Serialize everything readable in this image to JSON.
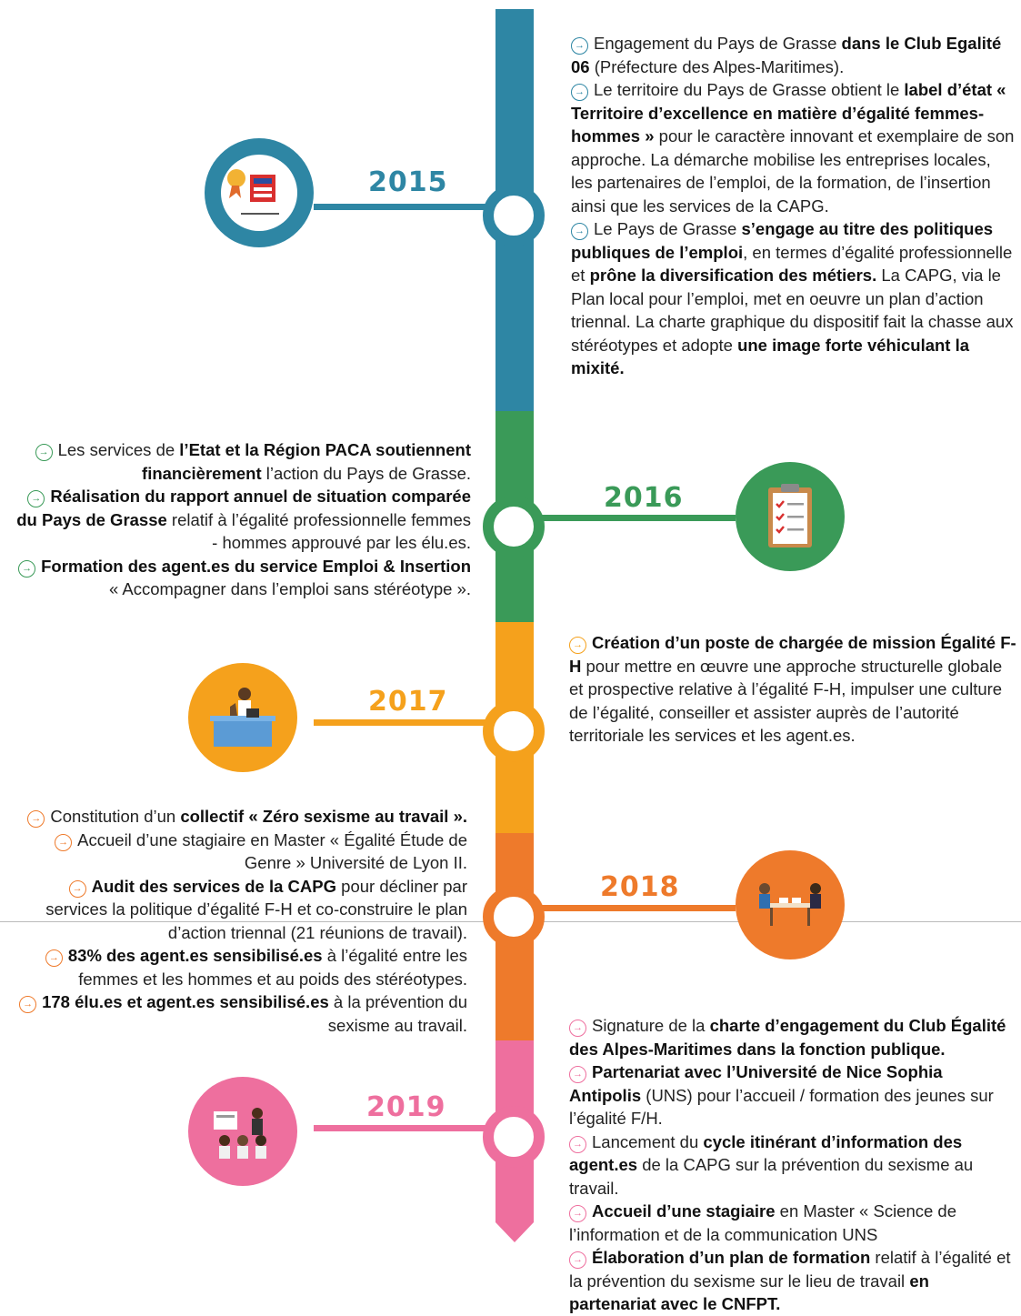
{
  "colors": {
    "y2015": "#2e86a4",
    "y2016": "#3a9a58",
    "y2017": "#f5a11c",
    "y2018": "#ee7a2b",
    "y2019": "#ee6f9e",
    "text": "#222222"
  },
  "timeline": [
    {
      "year": "2015",
      "color": "#2e86a4",
      "icon": "label-award-icon",
      "entries": [
        {
          "arrow": "→",
          "parts": [
            {
              "t": "Engagement du Pays de Grasse ",
              "b": false
            },
            {
              "t": "dans le Club Egalité 06",
              "b": true
            },
            {
              "t": " (Préfecture des Alpes-Maritimes).",
              "b": false
            }
          ]
        },
        {
          "arrow": "→",
          "parts": [
            {
              "t": "Le territoire du Pays de Grasse obtient le ",
              "b": false
            },
            {
              "t": "label d’état « Territoire d’excellence en matière d’égalité femmes-hommes »",
              "b": true
            },
            {
              "t": " pour le caractère innovant et exemplaire de son approche. La démarche mobilise les entreprises locales, les partenaires de l’emploi, de la formation, de l’insertion ainsi que les services de la CAPG.",
              "b": false
            }
          ]
        },
        {
          "arrow": "→",
          "parts": [
            {
              "t": "Le Pays de Grasse ",
              "b": false
            },
            {
              "t": "s’engage au titre des politiques publiques de l’emploi",
              "b": true
            },
            {
              "t": ", en termes d’égalité professionnelle et ",
              "b": false
            },
            {
              "t": "prône la diversification des métiers.",
              "b": true
            },
            {
              "t": " La CAPG, via le Plan local pour l’emploi, met en oeuvre un plan d’action triennal. La charte graphique du dispositif fait la chasse aux stéréotypes et adopte ",
              "b": false
            },
            {
              "t": "une image forte véhiculant la mixité.",
              "b": true
            }
          ]
        }
      ]
    },
    {
      "year": "2016",
      "color": "#3a9a58",
      "icon": "clipboard-checklist-icon",
      "entries": [
        {
          "arrow": "→",
          "parts": [
            {
              "t": "Les services de ",
              "b": false
            },
            {
              "t": "l’Etat et la Région PACA soutiennent financièrement",
              "b": true
            },
            {
              "t": " l’action du Pays de Grasse.",
              "b": false
            }
          ]
        },
        {
          "arrow": "→",
          "parts": [
            {
              "t": "Réalisation du rapport annuel de situation comparée du Pays de Grasse",
              "b": true
            },
            {
              "t": " relatif à l’égalité professionnelle femmes - hommes approuvé par les élu.es.",
              "b": false
            }
          ]
        },
        {
          "arrow": "→",
          "parts": [
            {
              "t": "Formation des agent.es du service Emploi & Insertion",
              "b": true
            },
            {
              "t": " « Accompagner dans l’emploi sans stéréotype ».",
              "b": false
            }
          ]
        }
      ]
    },
    {
      "year": "2017",
      "color": "#f5a11c",
      "icon": "desk-worker-icon",
      "entries": [
        {
          "arrow": "→",
          "parts": [
            {
              "t": "Création d’un poste de chargée de mission Égalité F-H",
              "b": true
            },
            {
              "t": " pour mettre en œuvre une approche structurelle globale et prospective relative à l’égalité F-H, impulser une culture de l’égalité, conseiller et assister auprès de l’autorité territoriale les services et les agent.es.",
              "b": false
            }
          ]
        }
      ]
    },
    {
      "year": "2018",
      "color": "#ee7a2b",
      "icon": "meeting-icon",
      "entries": [
        {
          "arrow": "→",
          "parts": [
            {
              "t": "Constitution d’un ",
              "b": false
            },
            {
              "t": "collectif « Zéro sexisme au travail ».",
              "b": true
            }
          ]
        },
        {
          "arrow": "→",
          "parts": [
            {
              "t": "Accueil d’une stagiaire en Master « Égalité Étude de Genre » Université de Lyon II.",
              "b": false
            }
          ]
        },
        {
          "arrow": "→",
          "parts": [
            {
              "t": "Audit des services de la CAPG",
              "b": true
            },
            {
              "t": " pour décliner par services la politique d’égalité F-H et co-construire le plan d’action triennal (21 réunions de travail).",
              "b": false
            }
          ]
        },
        {
          "arrow": "→",
          "parts": [
            {
              "t": "83% des agent.es sensibilisé.es",
              "b": true
            },
            {
              "t": " à l’égalité entre les femmes et les hommes et au poids des stéréotypes.",
              "b": false
            }
          ]
        },
        {
          "arrow": "→",
          "parts": [
            {
              "t": "178 élu.es et agent.es sensibilisé.es",
              "b": true
            },
            {
              "t": " à la prévention du sexisme au travail.",
              "b": false
            }
          ]
        }
      ]
    },
    {
      "year": "2019",
      "color": "#ee6f9e",
      "icon": "training-session-icon",
      "entries": [
        {
          "arrow": "→",
          "parts": [
            {
              "t": "Signature de la ",
              "b": false
            },
            {
              "t": "charte d’engagement du Club Égalité des Alpes-Maritimes dans la fonction publique.",
              "b": true
            }
          ]
        },
        {
          "arrow": "→",
          "parts": [
            {
              "t": "Partenariat avec l’Université de Nice Sophia Antipolis",
              "b": true
            },
            {
              "t": " (UNS) pour l’accueil / formation des jeunes sur l’égalité F/H.",
              "b": false
            }
          ]
        },
        {
          "arrow": "→",
          "parts": [
            {
              "t": "Lancement du ",
              "b": false
            },
            {
              "t": "cycle itinérant d’information des agent.es",
              "b": true
            },
            {
              "t": " de la CAPG sur la prévention du sexisme au travail.",
              "b": false
            }
          ]
        },
        {
          "arrow": "→",
          "parts": [
            {
              "t": "Accueil d’une stagiaire",
              "b": true
            },
            {
              "t": " en Master « Science de l’information et de la communication UNS",
              "b": false
            }
          ]
        },
        {
          "arrow": "→",
          "parts": [
            {
              "t": "Élaboration d’un plan de formation",
              "b": true
            },
            {
              "t": " relatif à l’égalité et la prévention du sexisme sur le lieu de travail ",
              "b": false
            },
            {
              "t": "en partenariat avec le CNFPT.",
              "b": true
            }
          ]
        }
      ]
    }
  ]
}
